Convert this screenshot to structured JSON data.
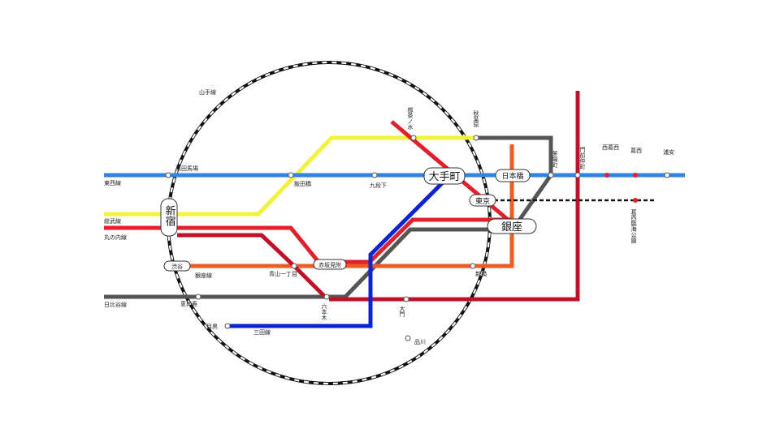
{
  "colors": {
    "tozai": "#2f86e6",
    "sobu": "#f2f23c",
    "marunouchi": "#e0202a",
    "ginza": "#f05a23",
    "hibiya": "#555555",
    "mita": "#0a24d4",
    "hanzomon_like": "#e03a2a",
    "keiyo": "#c0102a",
    "yamanote": "#111111"
  },
  "lines": {
    "yamanote": "山手線",
    "tozai": "東西線",
    "sobu": "総武線",
    "marunouchi": "丸の内線",
    "ginza": "銀座線",
    "hibiya": "日比谷線",
    "mita": "三田線"
  },
  "hubs": {
    "otemachi": "大手町",
    "ginza": "銀座",
    "shinjuku": "新宿",
    "nihonbashi": "日本橋",
    "tokyo": "東京",
    "akasaka_mitsuke": "赤坂見附",
    "shibuya": "渋谷"
  },
  "stations": {
    "takadanobaba": "高田馬場",
    "iidabashi": "飯田橋",
    "kudanshita": "九段下",
    "ochanomizu": "御茶ノ水",
    "akihabara": "秋葉原",
    "kayabacho": "茅場町",
    "monzen_nakacho": "門前仲町",
    "nishikasai": "西葛西",
    "kasai": "葛西",
    "urayasu": "浦安",
    "kasai_rinkai_koen": "葛西臨海公園",
    "aoyama_itchome": "青山一丁目",
    "roppongi": "六本木",
    "ebisu": "恵比寿",
    "meguro": "目黒",
    "shinagawa": "品川",
    "daimon": "大門",
    "shinbashi": "新橋"
  }
}
